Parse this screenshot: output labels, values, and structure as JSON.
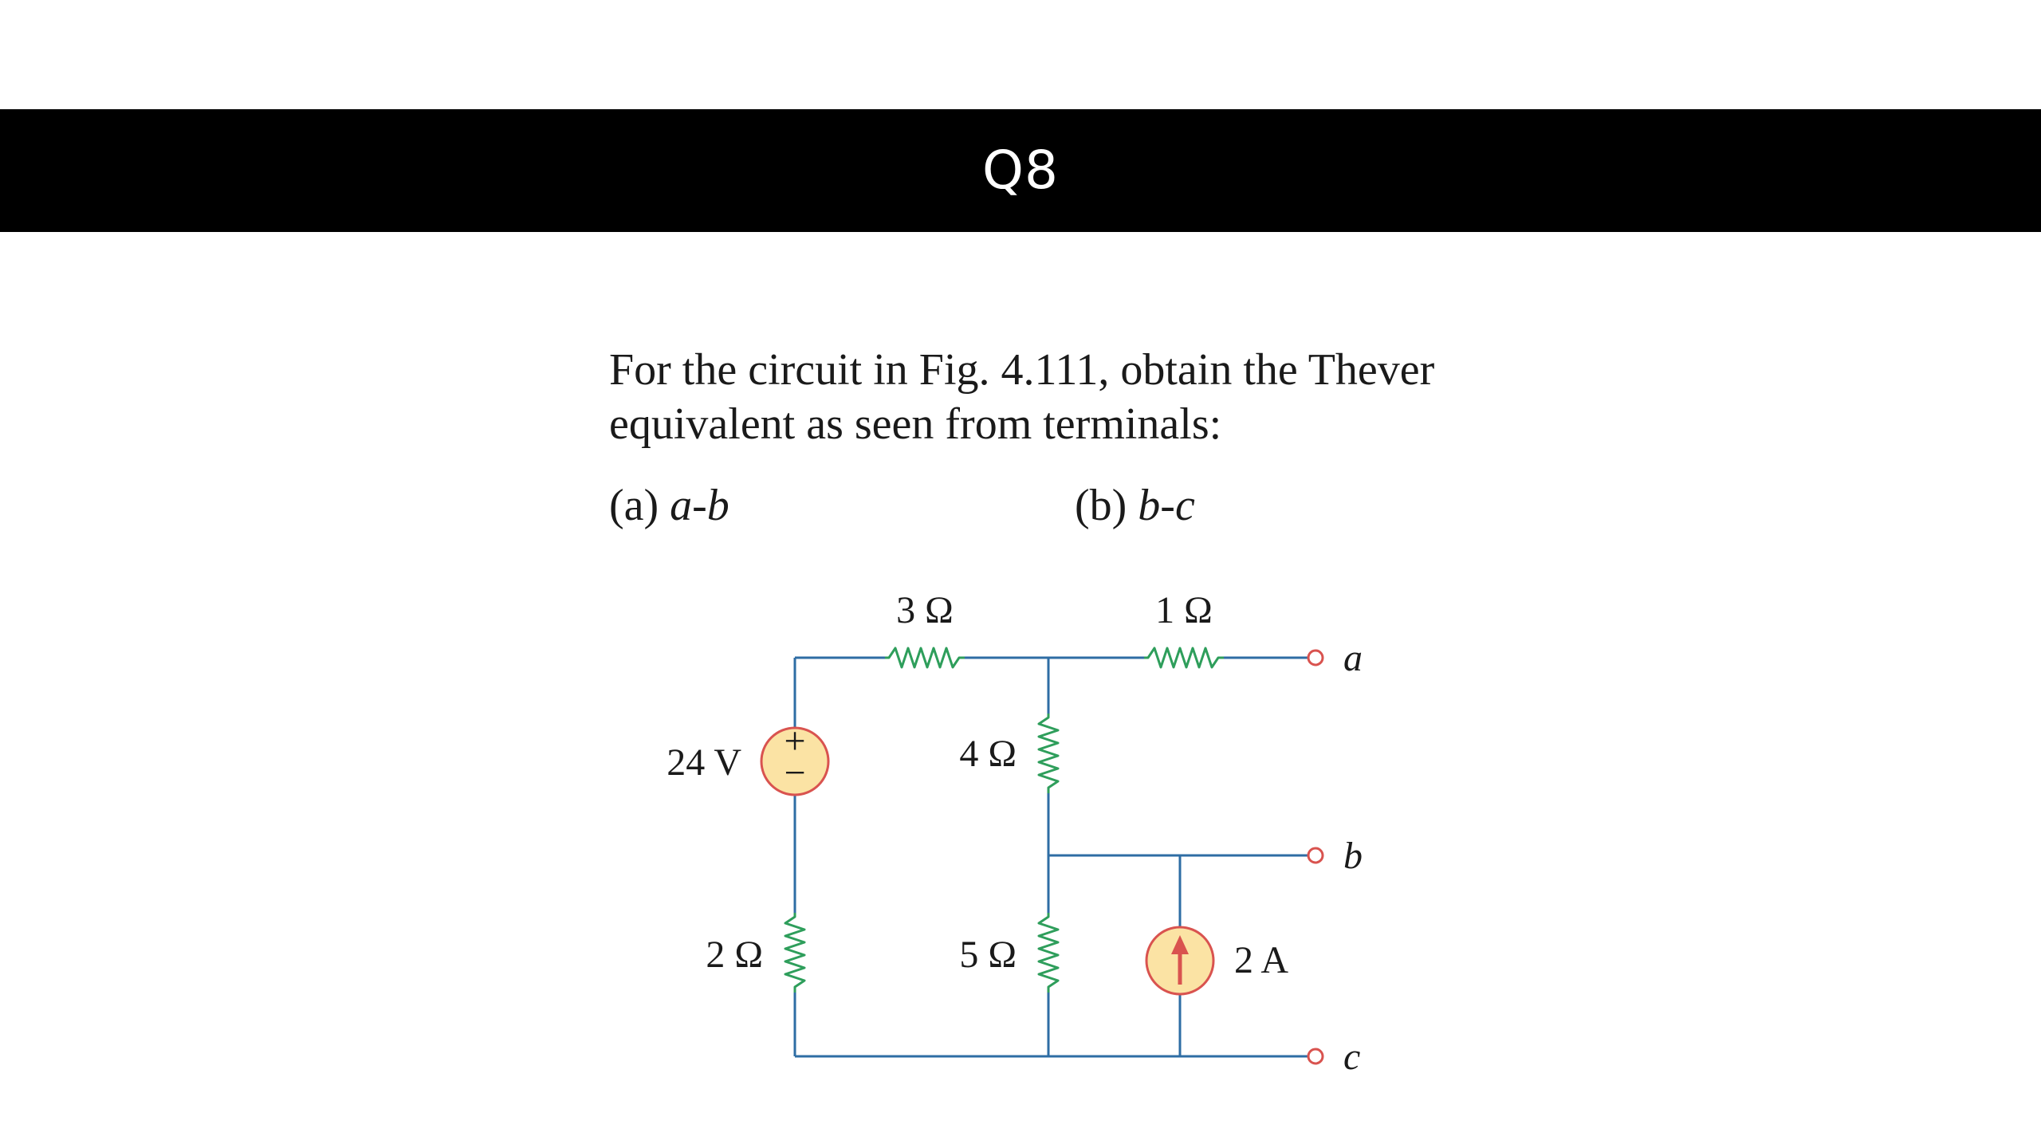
{
  "slide": {
    "title": "Q8"
  },
  "problem": {
    "line1": "For the circuit in Fig. 4.111, obtain the Thever",
    "line2": "equivalent as seen from terminals:",
    "part_a_label": "(a)",
    "part_a_terms": "a-b",
    "part_b_label": "(b)",
    "part_b_terms": "b-c"
  },
  "circuit": {
    "r_top_left": "3 Ω",
    "r_top_right": "1 Ω",
    "r_middle_upper": "4 Ω",
    "r_middle_lower": "5 Ω",
    "r_left_lower": "2 Ω",
    "voltage_source": "24 V",
    "current_source": "2 A",
    "terminal_a": "a",
    "terminal_b": "b",
    "terminal_c": "c",
    "plus_sign": "+",
    "minus_sign": "−",
    "colors": {
      "wire": "#2e6da4",
      "resistor": "#2e9e5b",
      "source_fill": "#fbe3a4",
      "source_stroke": "#d9534f",
      "terminal": "#d9534f"
    }
  }
}
